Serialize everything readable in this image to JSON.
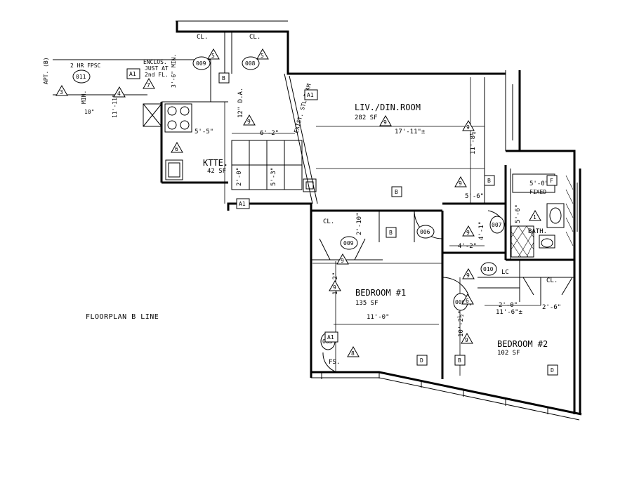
{
  "caption": "FLOORPLAN B LINE",
  "rooms": {
    "living": {
      "name": "LIV./DIN.ROOM",
      "area": "282 SF",
      "dim": "17'-11\"±",
      "dim_v": "11'-8¼\""
    },
    "kitchen": {
      "name": "KTTE.",
      "area": "42 SF",
      "dim_w": "6'-2\"",
      "dim_h": "5'-5\"",
      "dim_side": "5'-3\"",
      "dim_2": "2'-0\"",
      "clear": "12\" D.A."
    },
    "bedroom1": {
      "name": "BEDROOM #1",
      "area": "135 SF",
      "dim": "11'-0\"",
      "dim_v": "13'-2\"",
      "dim_cl": "2'-10\""
    },
    "bedroom2": {
      "name": "BEDROOM #2",
      "area": "102 SF",
      "dim_v": "10'-2½\"",
      "dim_a": "2'-0\"",
      "dim_b": "11'-6\"±",
      "dim_c": "2'-6\""
    },
    "bath": {
      "name": "BATH.",
      "tub": "5'-0\"",
      "tub_note": "FIXED",
      "dim_v": "5'-6\""
    }
  },
  "hall": {
    "dim_a": "5'-6\"",
    "dim_b": "4'-2\"",
    "dim_c": "4'-1\""
  },
  "notes": {
    "enclosure": [
      "ENCLOS.",
      "JUST AT",
      "2nd FL."
    ],
    "fire": "2 HR FPSC",
    "apt": "APT. (B)",
    "beam": "EXIST. STL BEAM",
    "min": "3'-6\" MIN.",
    "kitchen_dim": "11'-11\"",
    "dim_10": "10\"",
    "dim_min": "MIN."
  },
  "closets": {
    "cl": "CL.",
    "lc": "LC",
    "fs": "FS."
  },
  "doors": {
    "d011": "011",
    "d009": "009",
    "d008": "008",
    "d007": "007",
    "d006": "006",
    "d005": "005",
    "d010": "010"
  },
  "tags": {
    "A1": "A1",
    "B": "B",
    "D": "D",
    "F": "F",
    "n1": "1",
    "n3": "3",
    "n4": "4",
    "n5": "5",
    "n6": "6",
    "n7": "7",
    "n8": "8",
    "n9": "9"
  }
}
